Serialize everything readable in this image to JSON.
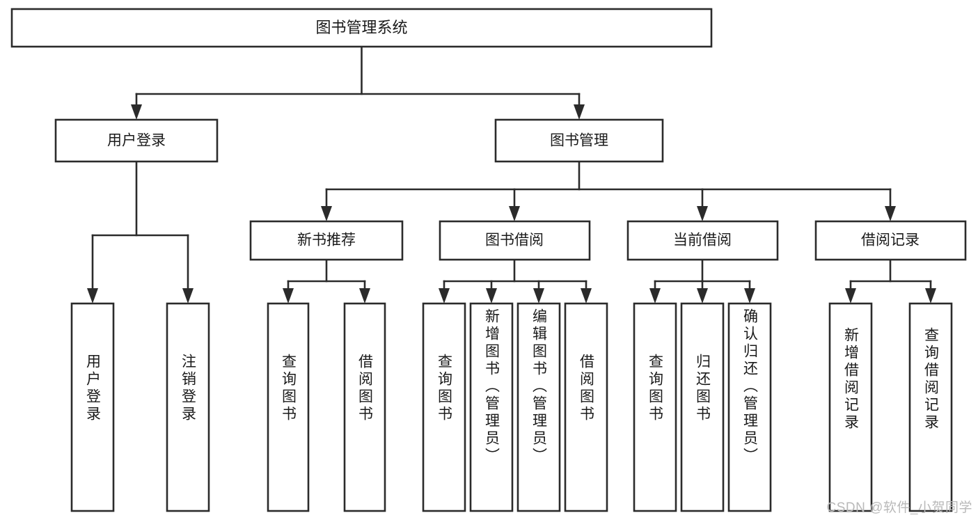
{
  "diagram": {
    "title": "图书管理系统",
    "type": "tree-hierarchy",
    "watermark": "CSDN @软件_小贺同学",
    "colors": {
      "stroke": "#2b2b2b",
      "box_fill": "#ffffff",
      "text": "#1a1a1a",
      "background": "#ffffff",
      "watermark": "#b9b9b9"
    },
    "root": {
      "label": "图书管理系统"
    },
    "level1": [
      {
        "label": "用户登录"
      },
      {
        "label": "图书管理"
      }
    ],
    "level2": [
      {
        "label": "新书推荐"
      },
      {
        "label": "图书借阅"
      },
      {
        "label": "当前借阅"
      },
      {
        "label": "借阅记录"
      }
    ],
    "leaves": {
      "user_login": [
        {
          "label": "用户登录"
        },
        {
          "label": "注销登录"
        }
      ],
      "new_book_recommend": [
        {
          "label": "查询图书"
        },
        {
          "label": "借阅图书"
        }
      ],
      "book_borrow": [
        {
          "label": "查询图书"
        },
        {
          "label": "新增图书（管理员）"
        },
        {
          "label": "编辑图书（管理员）"
        },
        {
          "label": "借阅图书"
        }
      ],
      "current_borrow": [
        {
          "label": "查询图书"
        },
        {
          "label": "归还图书"
        },
        {
          "label": "确认归还（管理员）"
        }
      ],
      "borrow_record": [
        {
          "label": "新增借阅记录"
        },
        {
          "label": "查询借阅记录"
        }
      ]
    }
  }
}
